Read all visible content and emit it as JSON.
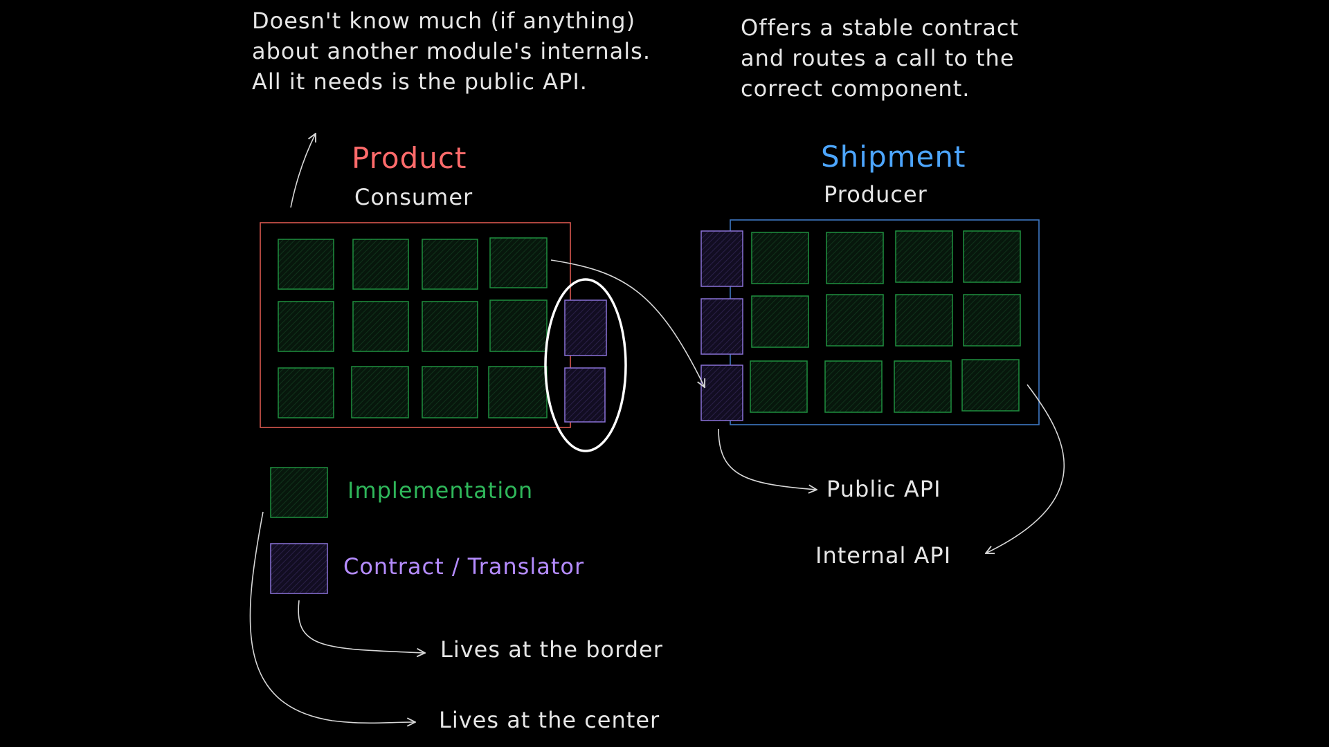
{
  "notes": {
    "consumer_lines": [
      "Doesn't know much (if anything)",
      "about another module's internals.",
      "All it needs is the public API."
    ],
    "producer_lines": [
      "Offers a stable contract",
      "and routes a call to the",
      "correct component."
    ]
  },
  "modules": {
    "product": {
      "title": "Product",
      "role": "Consumer",
      "color": "#ff6b6b"
    },
    "shipment": {
      "title": "Shipment",
      "role": "Producer",
      "color": "#4da6ff"
    }
  },
  "legend": {
    "implementation": {
      "label": "Implementation",
      "color": "#2fb75a"
    },
    "contract": {
      "label": "Contract / Translator",
      "color": "#b58cff"
    }
  },
  "annotations": {
    "border": "Lives at the border",
    "center": "Lives at the center",
    "public_api": "Public API",
    "internal_api": "Internal API"
  },
  "colors": {
    "background": "#000000",
    "implementation_stroke": "#1f8f3f",
    "contract_stroke": "#8a72d8",
    "arrow": "#d8d8d8",
    "highlight_ellipse": "#ffffff"
  }
}
